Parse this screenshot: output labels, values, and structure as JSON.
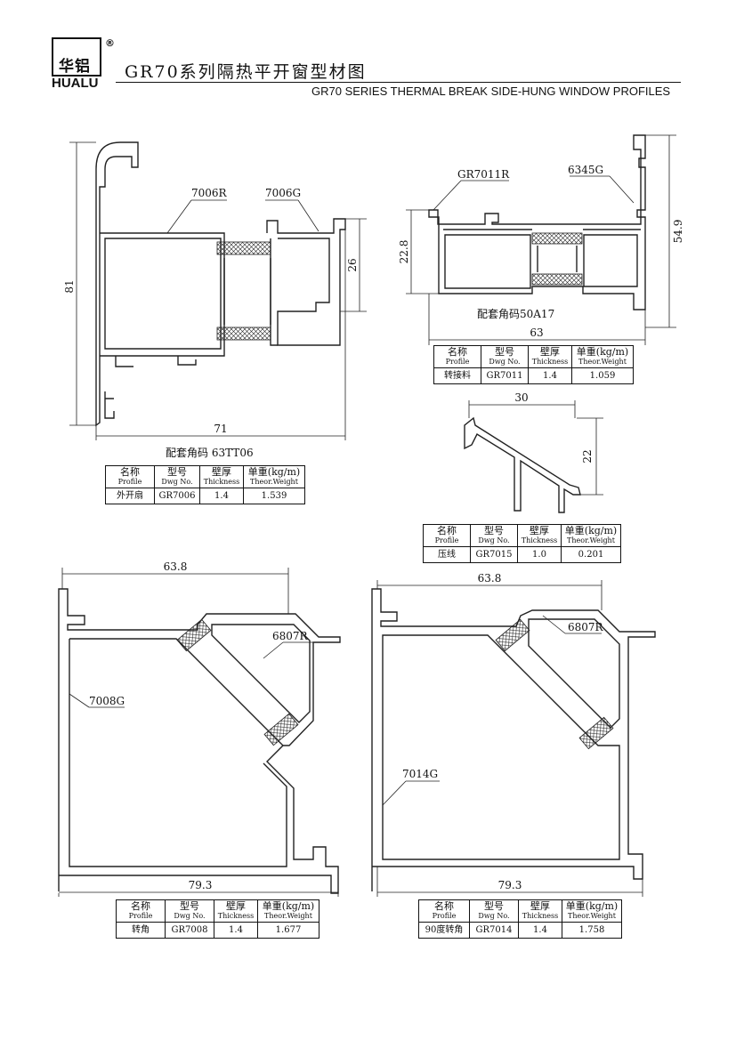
{
  "header": {
    "logo_cn": "华铝",
    "logo_en": "HUALU",
    "registered_mark": "®",
    "title_cn": "GR70系列隔热平开窗型材图",
    "title_en": "GR70 SERIES THERMAL BREAK SIDE-HUNG WINDOW PROFILES"
  },
  "table_headers": {
    "name_cn": "名称",
    "name_en": "Profile",
    "model_cn": "型号",
    "model_en": "Dwg No.",
    "wall_cn": "壁厚",
    "wall_en": "Thickness",
    "weight_cn": "单重(kg/m)",
    "weight_en": "Theor.Weight"
  },
  "profiles": {
    "gr7006": {
      "labels": [
        "7006R",
        "7006G"
      ],
      "dims": [
        "81",
        "26",
        "71"
      ],
      "note": "配套角码 63TT06",
      "spec": {
        "name": "外开扇",
        "model": "GR7006",
        "thickness": "1.4",
        "weight": "1.539"
      }
    },
    "gr7011": {
      "labels": [
        "GR7011R",
        "6345G"
      ],
      "dims": [
        "22.8",
        "54.9",
        "63"
      ],
      "note": "配套角码50A17",
      "spec": {
        "name": "转接料",
        "model": "GR7011",
        "thickness": "1.4",
        "weight": "1.059"
      }
    },
    "gr7015": {
      "dims": [
        "30",
        "22"
      ],
      "spec": {
        "name": "压线",
        "model": "GR7015",
        "thickness": "1.0",
        "weight": "0.201"
      }
    },
    "gr7008": {
      "labels": [
        "7008G",
        "6807R"
      ],
      "dims": [
        "63.8",
        "79.3"
      ],
      "spec": {
        "name": "转角",
        "model": "GR7008",
        "thickness": "1.4",
        "weight": "1.677"
      }
    },
    "gr7014": {
      "labels": [
        "7014G",
        "6807R"
      ],
      "dims": [
        "63.8",
        "79.3"
      ],
      "spec": {
        "name": "90度转角",
        "model": "GR7014",
        "thickness": "1.4",
        "weight": "1.758"
      }
    }
  }
}
